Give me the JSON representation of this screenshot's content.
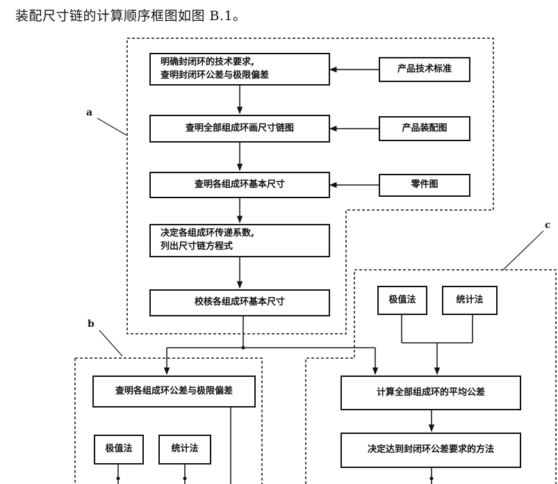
{
  "intro": "装配尺寸链的计算顺序框图如图 B.1。",
  "region_labels": {
    "a": "a",
    "b": "b",
    "c": "c"
  },
  "steps": {
    "clarify_line1": "明确封闭环的技术要求,",
    "clarify_line2": "查明封闭环公差与极限偏差",
    "identify_rings": "查明全部组成环画尺寸链图",
    "basic_sizes": "查明各组成环基本尺寸",
    "coef_line1": "决定各组成环传递系数,",
    "coef_line2": "列出尺寸链方程式",
    "verify_sizes": "校核各组成环基本尺寸",
    "tolerances_b": "查明各组成环公差与极限偏差",
    "average_tolerance": "计算全部组成环的平均公差",
    "method": "决定达到封闭环公差要求的方法"
  },
  "inputs": {
    "product_standard": "产品技术标准",
    "assembly_drawing": "产品装配图",
    "part_drawing": "零件图"
  },
  "methods": {
    "extreme_b": "极值法",
    "statistic_b": "统计法",
    "extreme_c": "极值法",
    "statistic_c": "统计法"
  }
}
